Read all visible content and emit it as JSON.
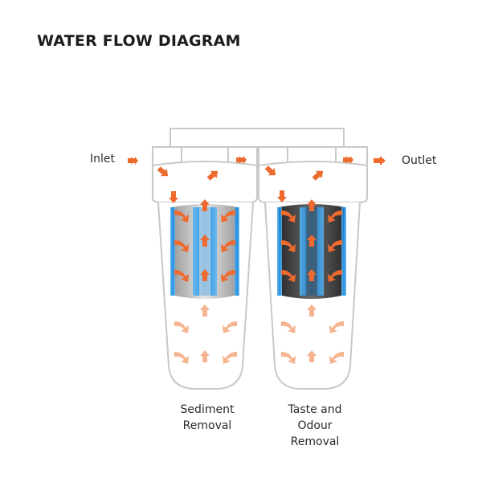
{
  "title": "WATER FLOW DIAGRAM",
  "labels": {
    "inlet": "Inlet",
    "outlet": "Outlet",
    "filter_1": [
      "Sediment",
      "Removal"
    ],
    "filter_2": [
      "Taste and",
      "Odour",
      "Removal"
    ]
  },
  "colors": {
    "arrow": "#ef6a2e",
    "arrow_light": "#f6b490",
    "outline": "#c9c9c9",
    "water_blue": "#1a8fe3",
    "sediment_cartridge": "#b9b9b9",
    "carbon_cartridge": "#3a3a3a",
    "text": "#1c1c1c"
  },
  "icons": {
    "arrow": "arrow-icon",
    "curved_arrow": "curved-arrow-icon"
  }
}
